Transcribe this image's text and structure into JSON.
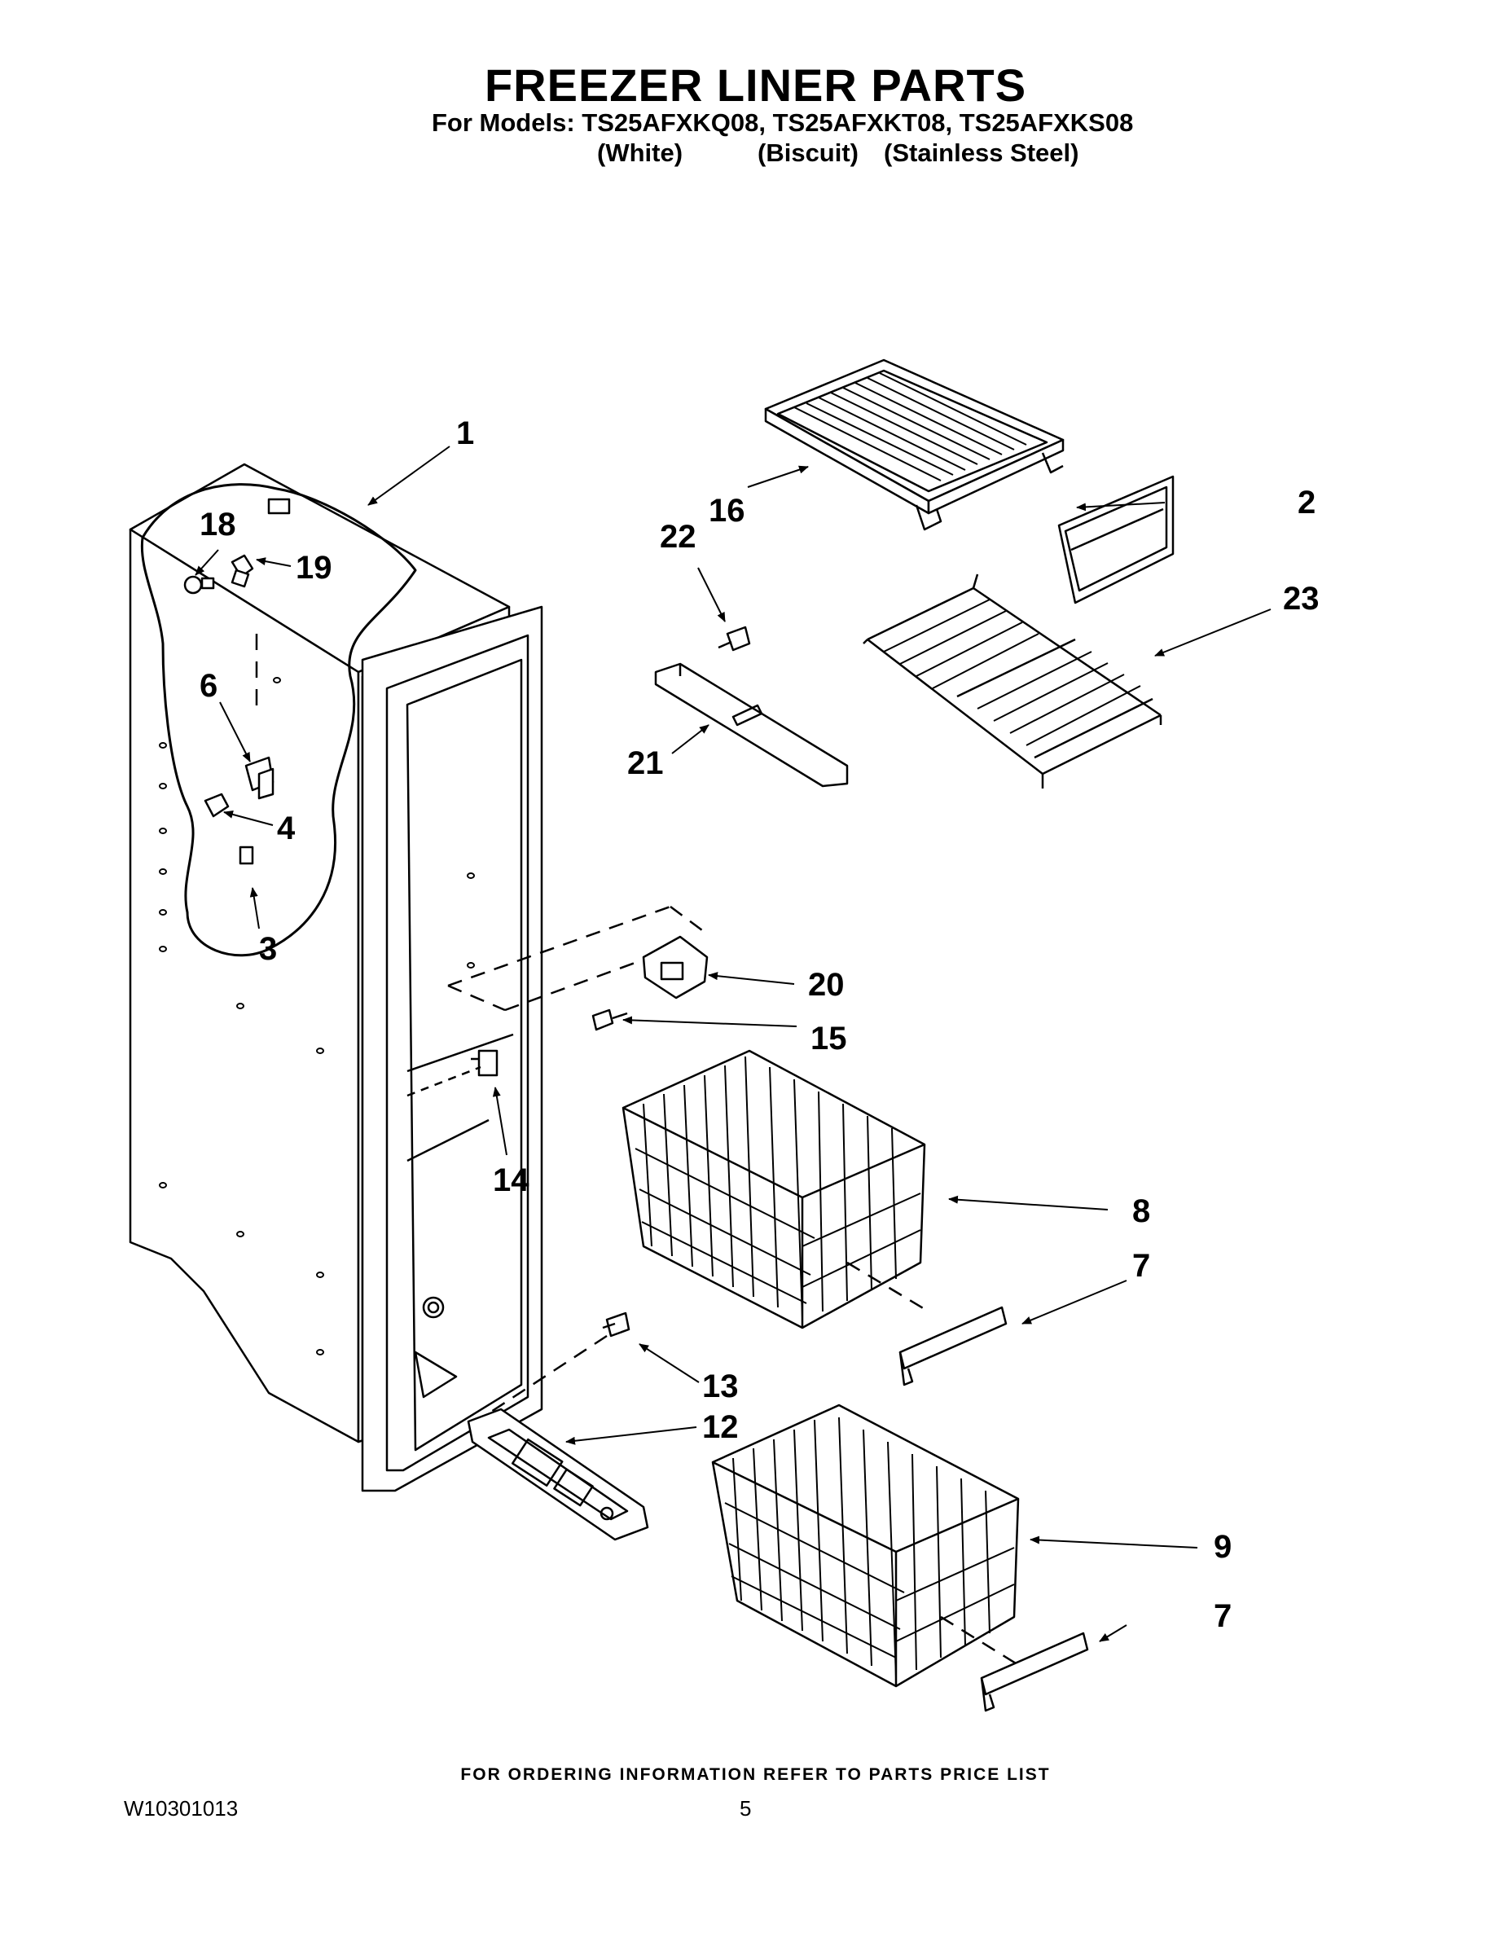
{
  "header": {
    "title": "FREEZER LINER PARTS",
    "models_line": "For Models: TS25AFXKQ08, TS25AFXKT08, TS25AFXKS08",
    "colors": [
      "(White)",
      "(Biscuit)",
      "(Stainless Steel)"
    ]
  },
  "callouts": [
    "1",
    "2",
    "3",
    "4",
    "6",
    "7",
    "7",
    "8",
    "9",
    "12",
    "13",
    "14",
    "15",
    "16",
    "18",
    "19",
    "20",
    "21",
    "22",
    "23"
  ],
  "footer": {
    "ordering_note": "FOR ORDERING INFORMATION REFER TO PARTS PRICE LIST",
    "document_number": "W10301013",
    "page_number": "5"
  }
}
